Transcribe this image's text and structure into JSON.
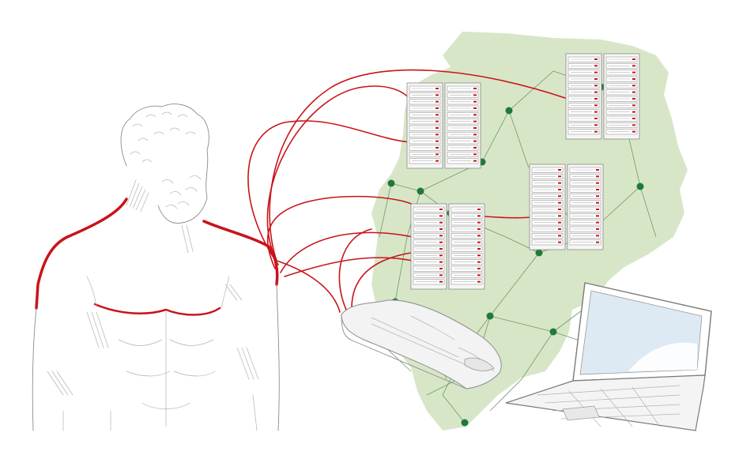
{
  "colors": {
    "background": "#ffffff",
    "map_fill": "#d8e6c8",
    "network_line": "#6a9a6a",
    "network_node": "#1f7a3a",
    "cable": "#c8141a",
    "sketch_line": "#8c8c8c",
    "rack_frame": "#f6f6f6",
    "screen": "#dde9f3"
  },
  "icons": {
    "figure": "classical-bust-figure-icon",
    "map": "country-map-icon",
    "rack": "server-rack-icon",
    "node": "network-node-icon",
    "device": "handheld-device-icon",
    "laptop": "laptop-icon"
  },
  "network": {
    "node_count": 13,
    "rack_count": 4,
    "server_units_per_column": 12
  }
}
